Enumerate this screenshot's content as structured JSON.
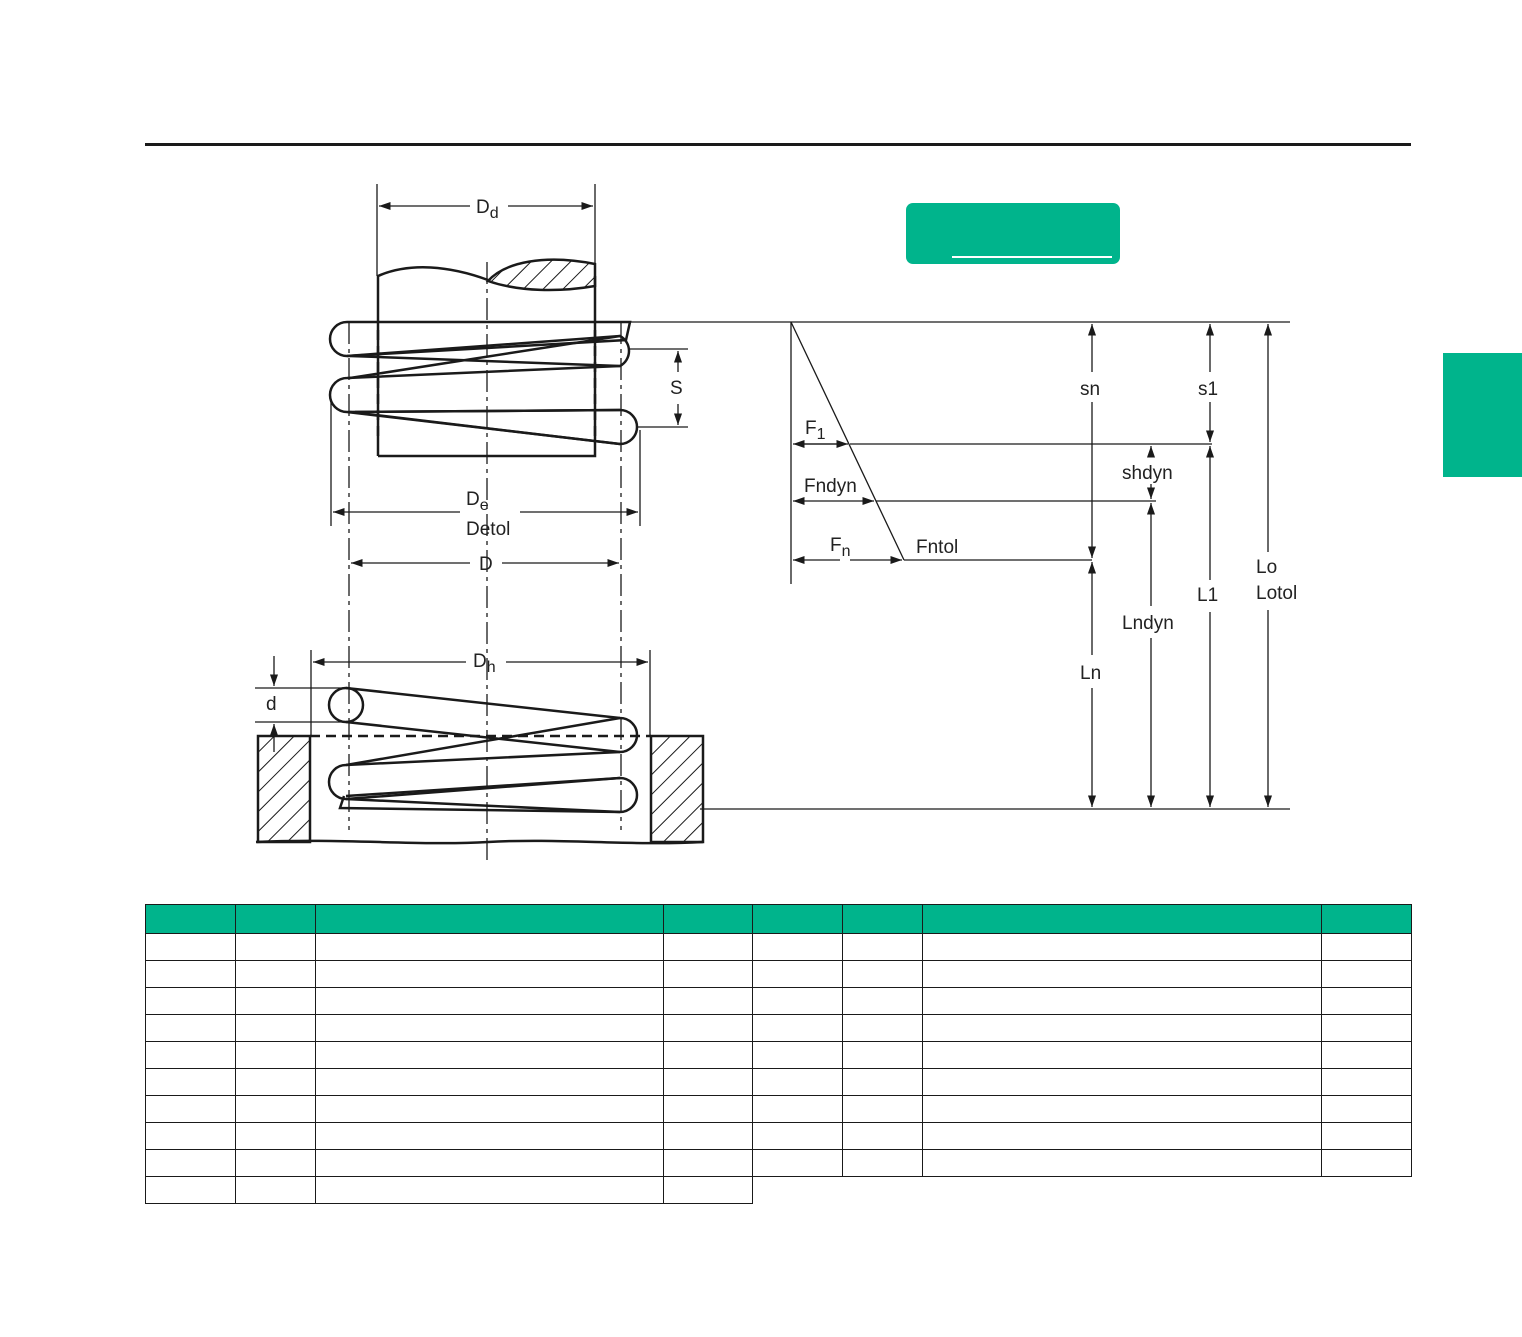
{
  "colors": {
    "accent": "#00b48c",
    "ink": "#1a1a1a"
  },
  "diagram": {
    "labels": {
      "Dd": {
        "main": "D",
        "sub": "d"
      },
      "S": "S",
      "De": {
        "main": "D",
        "sub": "e"
      },
      "Detol": "Detol",
      "D": "D",
      "Dh": {
        "main": "D",
        "sub": "h"
      },
      "d": "d",
      "F1": {
        "main": "F",
        "sub": "1"
      },
      "Fndyn": "Fndyn",
      "Fn": {
        "main": "F",
        "sub": "n"
      },
      "Fntol": "Fntol",
      "sn": "sn",
      "s1": "s1",
      "shdyn": "shdyn",
      "Lndyn": "Lndyn",
      "Ln": "Ln",
      "L1": "L1",
      "Lo": "Lo",
      "Lotol": "Lotol"
    }
  },
  "table": {
    "columns": 8,
    "rows": 10
  }
}
